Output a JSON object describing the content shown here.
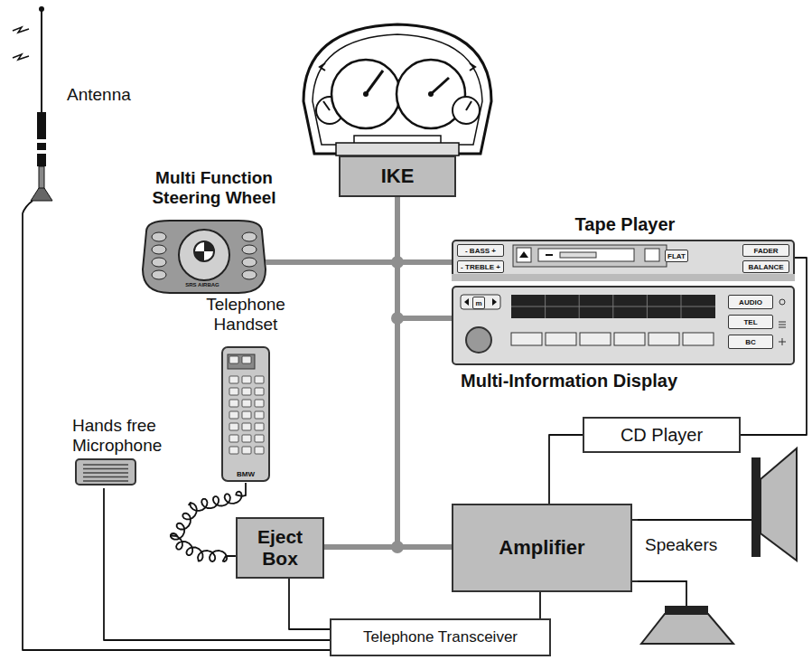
{
  "diagram": {
    "nodes": [
      {
        "text": [
          "Antenna"
        ]
      },
      {
        "text": [
          "IKE"
        ]
      },
      {
        "text": [
          "Multi Function Steering Wheel"
        ]
      },
      {
        "text": [
          "Tape Player"
        ]
      },
      {
        "text": [
          "Telephone Handset"
        ]
      },
      {
        "text": [
          "Multi-Information Display"
        ]
      },
      {
        "text": [
          "Hands free Microphone"
        ]
      },
      {
        "text": [
          "CD Player"
        ]
      },
      {
        "text": [
          "Eject Box"
        ]
      },
      {
        "text": [
          "Amplifier"
        ]
      },
      {
        "text": [
          "Speakers"
        ]
      },
      {
        "text": [
          "Telephone Transceiver"
        ]
      }
    ],
    "edges": [
      {
        "from": 1,
        "to": 2,
        "arrow": "none"
      },
      {
        "from": 1,
        "to": 3,
        "arrow": "none"
      },
      {
        "from": 1,
        "to": 5,
        "arrow": "none"
      },
      {
        "from": 1,
        "to": 8,
        "arrow": "none"
      },
      {
        "from": 1,
        "to": 9,
        "arrow": "none"
      },
      {
        "from": 3,
        "to": 7,
        "arrow": "none"
      },
      {
        "from": 7,
        "to": 9,
        "arrow": "none"
      },
      {
        "from": 4,
        "to": 8,
        "arrow": "none"
      },
      {
        "from": 8,
        "to": 11,
        "arrow": "none"
      },
      {
        "from": 6,
        "to": 11,
        "arrow": "none"
      },
      {
        "from": 0,
        "to": 11,
        "arrow": "none"
      },
      {
        "from": 9,
        "to": 11,
        "arrow": "none"
      },
      {
        "from": 9,
        "to": 10,
        "arrow": "none"
      },
      {
        "from": 9,
        "to": 10,
        "arrow": "none"
      }
    ],
    "labels": [
      "- BASS +",
      "- TREBLE +",
      "FLAT",
      "FADER",
      "BALANCE",
      "m",
      "AUDIO",
      "TEL",
      "BC",
      "SRS AIRBAG",
      "BMW"
    ]
  }
}
